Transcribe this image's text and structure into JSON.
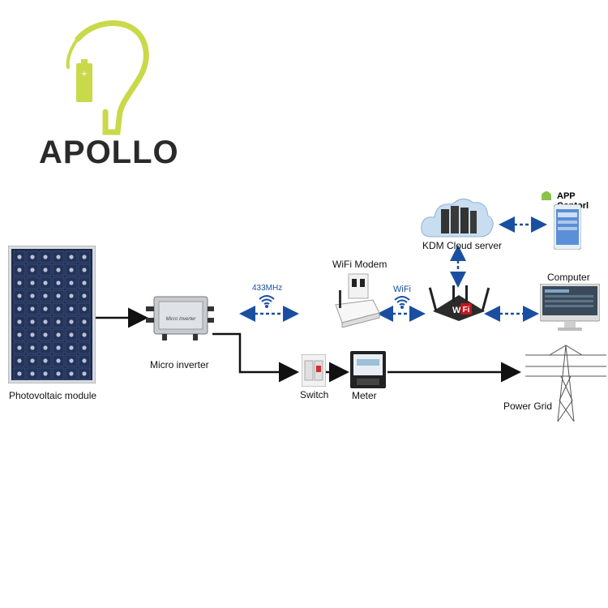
{
  "brand": {
    "name": "APOLLO",
    "color": "#c9d94a"
  },
  "labels": {
    "pv": "Photovoltaic module",
    "inverter": "Micro inverter",
    "freq": "433MHz",
    "modem": "WiFi Modem",
    "wifi": "WiFi",
    "cloud": "KDM Cloud server",
    "app": "APP Contorl",
    "computer": "Computer",
    "switch": "Switch",
    "meter": "Meter",
    "grid": "Power Grid"
  },
  "device_text": {
    "inverter_plate": "Micro Inverter",
    "router_badge": "Fi",
    "router_w": "W"
  },
  "colors": {
    "wireless": "#1a4fa0",
    "power_line": "#111111",
    "panel": "#1c2b4e",
    "logo_outline": "#c9d94a"
  }
}
